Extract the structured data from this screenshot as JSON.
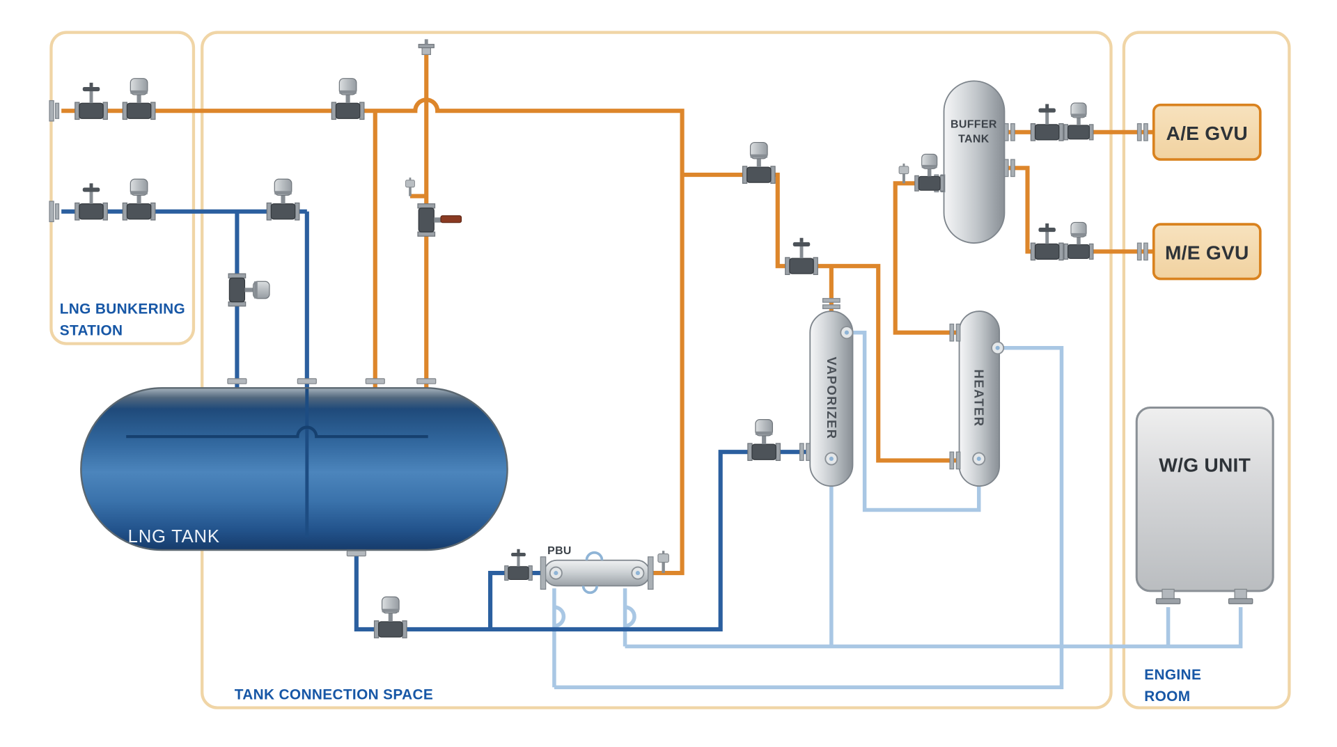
{
  "zones": {
    "bunkering": {
      "line1": "LNG BUNKERING",
      "line2": "STATION"
    },
    "tank_connection_space": {
      "label": "TANK CONNECTION SPACE"
    },
    "engine_room": {
      "line1": "ENGINE",
      "line2": "ROOM"
    }
  },
  "equipment": {
    "lng_tank": {
      "label": "LNG TANK"
    },
    "pbu": {
      "label": "PBU"
    },
    "vaporizer": {
      "label": "VAPORIZER"
    },
    "heater": {
      "label": "HEATER"
    },
    "buffer_tank": {
      "line1": "BUFFER",
      "line2": "TANK"
    },
    "ae_gvu": {
      "label": "A/E GVU"
    },
    "me_gvu": {
      "label": "M/E GVU"
    },
    "wg_unit": {
      "label": "W/G UNIT"
    }
  },
  "colors": {
    "gas_pipe_orange": "#DD862B",
    "lng_pipe_blue": "#2B5F9F",
    "glycol_pipe_light_blue": "#A9C7E4",
    "zone_border_tan": "#F0D5A6",
    "zone_label_blue": "#1757A6",
    "gvu_box_fill": "#F5D9A8",
    "gvu_box_border": "#D9821F"
  }
}
